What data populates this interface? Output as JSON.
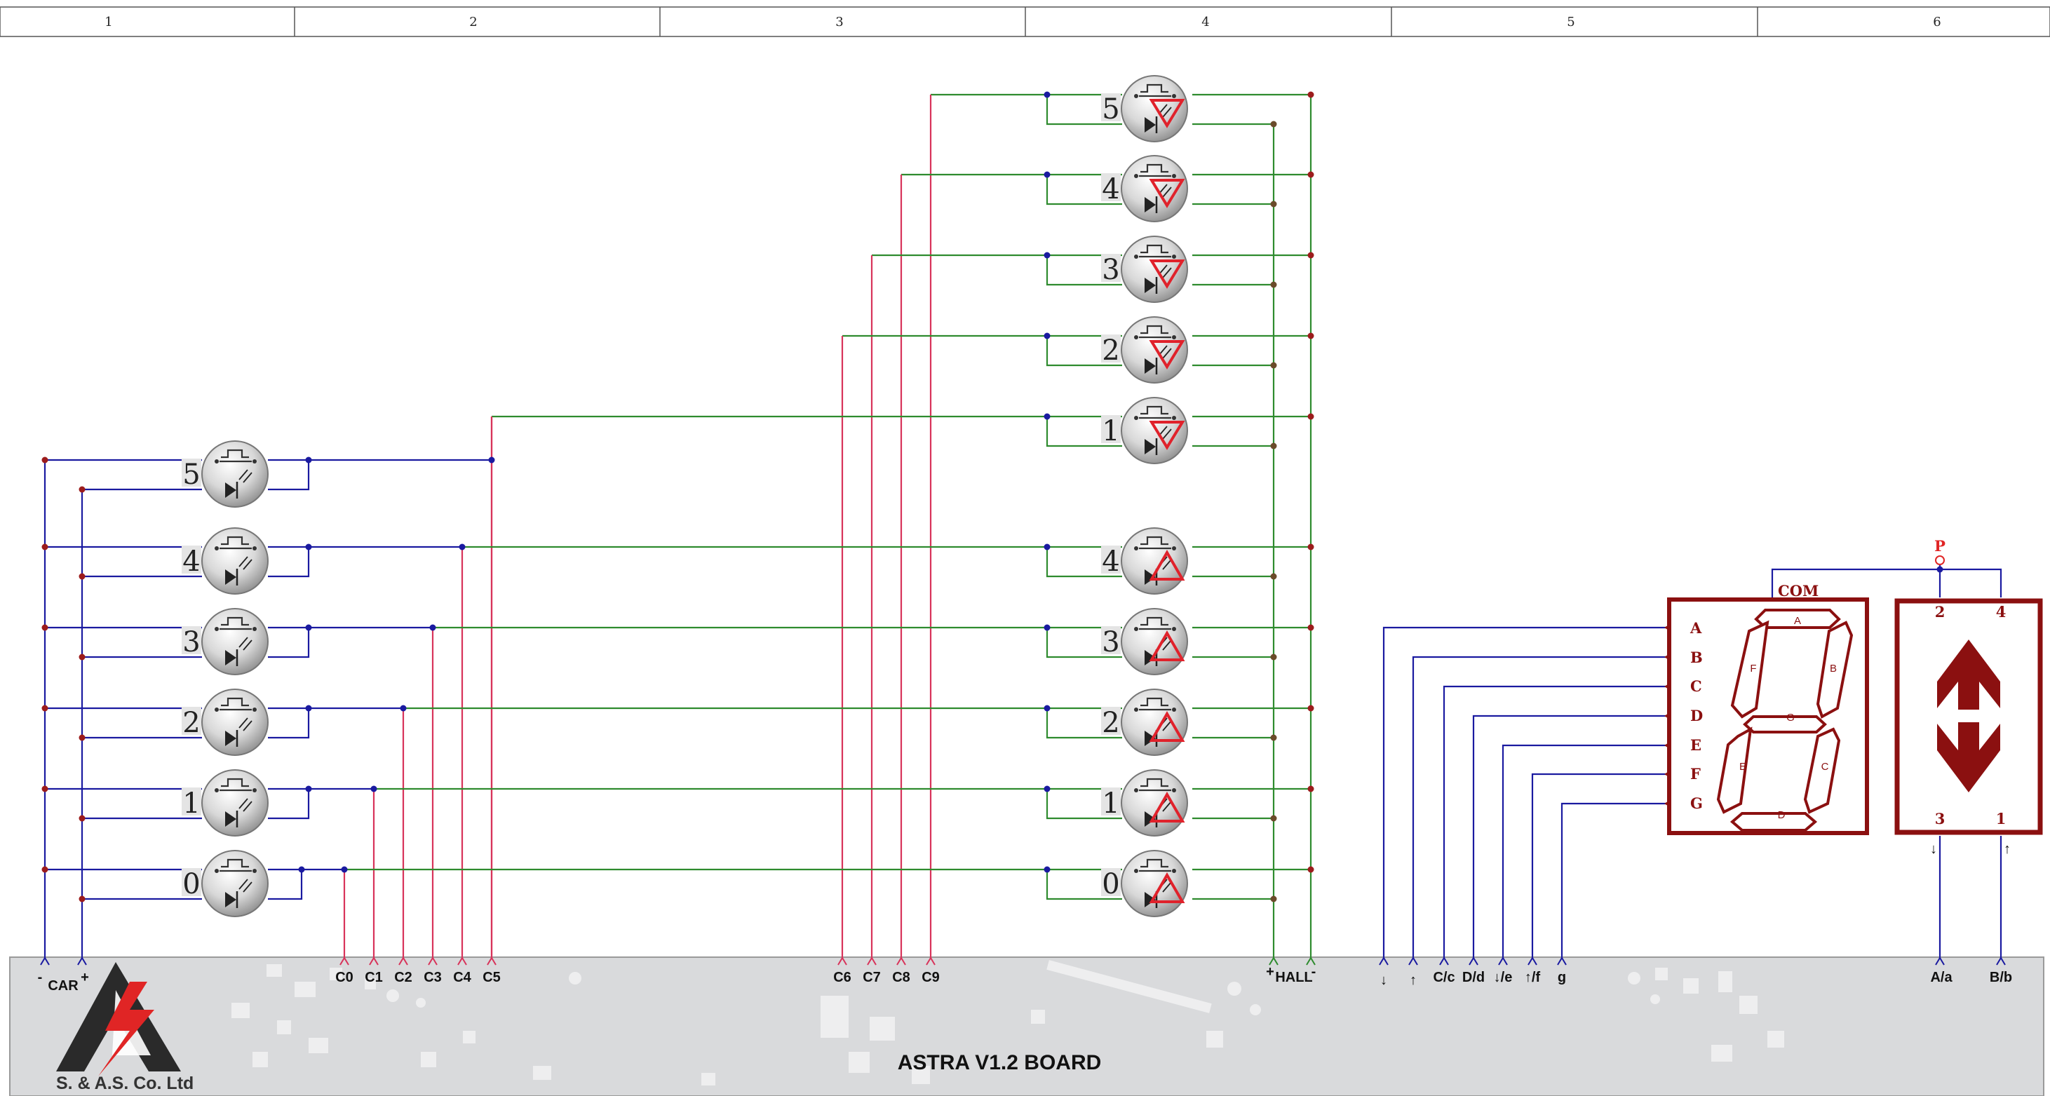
{
  "grid": {
    "columns": [
      "1",
      "2",
      "3",
      "4",
      "5",
      "6"
    ]
  },
  "car_buttons": {
    "labels": [
      "0",
      "1",
      "2",
      "3",
      "4",
      "5"
    ]
  },
  "hall_down_buttons": {
    "labels": [
      "1",
      "2",
      "3",
      "4",
      "5"
    ]
  },
  "hall_up_buttons": {
    "labels": [
      "0",
      "1",
      "2",
      "3",
      "4"
    ]
  },
  "board": {
    "title": "ASTRA V1.2 BOARD",
    "company": "S. & A.S. Co. Ltd",
    "car_label": "CAR",
    "car_minus": "-",
    "car_plus": "+",
    "hall_label": "HALL",
    "hall_plus": "+",
    "hall_minus": "-",
    "car_call_pins": [
      "C0",
      "C1",
      "C2",
      "C3",
      "C4",
      "C5"
    ],
    "hall_call_pins": [
      "C6",
      "C7",
      "C8",
      "C9"
    ],
    "indicator_pins": [
      "↓",
      "↑",
      "C/c",
      "D/d",
      "↓/e",
      "↑/f",
      "g"
    ],
    "arrow_pins": [
      "A/a",
      "B/b"
    ]
  },
  "seven_segment": {
    "com_label": "COM",
    "pin_labels": [
      "A",
      "B",
      "C",
      "D",
      "E",
      "F",
      "G"
    ],
    "segment_labels": {
      "a": "A",
      "b": "B",
      "c": "C",
      "d": "D",
      "e": "E",
      "f": "F",
      "g": "G"
    }
  },
  "arrow_display": {
    "power_label": "P",
    "pin_top_left": "2",
    "pin_top_right": "4",
    "pin_bottom_left": "3",
    "pin_bottom_right": "1",
    "down_mark": "↓",
    "up_mark": "↑"
  },
  "colors": {
    "blue_wire": "#1a1aa0",
    "green_wire": "#2e8b2e",
    "red_wire": "#d8335a",
    "display_red": "#8b1010",
    "board_gray": "#d9dadc"
  }
}
